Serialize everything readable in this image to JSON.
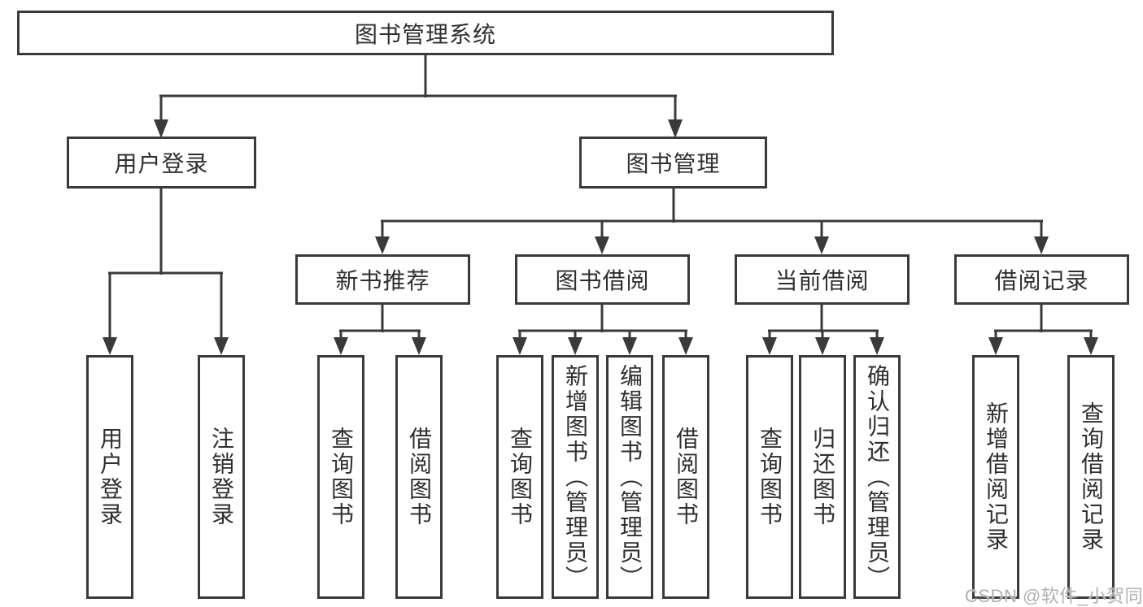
{
  "tree": {
    "label": "图书管理系统",
    "children": [
      {
        "label": "用户登录",
        "children": [
          {
            "label": "用户登录"
          },
          {
            "label": "注销登录"
          }
        ]
      },
      {
        "label": "图书管理",
        "children": [
          {
            "label": "新书推荐",
            "children": [
              {
                "label": "查询图书"
              },
              {
                "label": "借阅图书"
              }
            ]
          },
          {
            "label": "图书借阅",
            "children": [
              {
                "label": "查询图书"
              },
              {
                "label": "新增图书（管理员）"
              },
              {
                "label": "编辑图书（管理员）"
              },
              {
                "label": "借阅图书"
              }
            ]
          },
          {
            "label": "当前借阅",
            "children": [
              {
                "label": "查询图书"
              },
              {
                "label": "归还图书"
              },
              {
                "label": "确认归还（管理员）"
              }
            ]
          },
          {
            "label": "借阅记录",
            "children": [
              {
                "label": "新增借阅记录"
              },
              {
                "label": "查询借阅记录"
              }
            ]
          }
        ]
      }
    ]
  },
  "watermark": "CSDN @软件_小贺同学",
  "colors": {
    "line": "#3a3a3a",
    "text": "#2f2f2f",
    "background": "#ffffff",
    "watermark": "#b0b0b0"
  }
}
